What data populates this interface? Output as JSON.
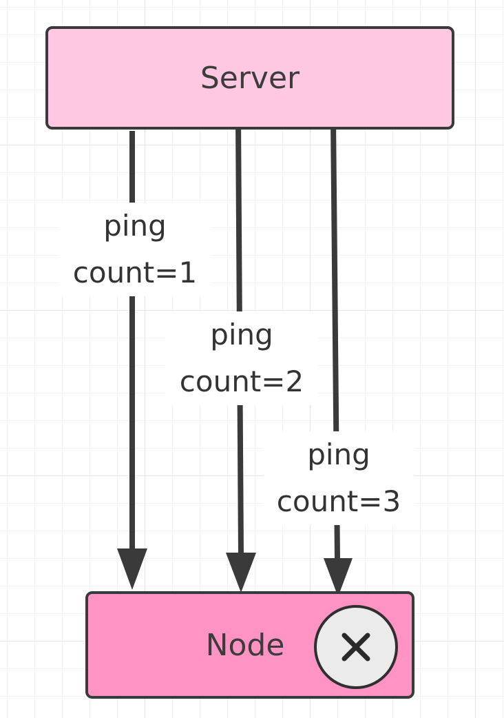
{
  "nodes": {
    "server": {
      "label": "Server",
      "fill": "#ffc8e2"
    },
    "client": {
      "label": "Node",
      "fill": "#ff94c4"
    }
  },
  "edges": [
    {
      "label_line1": "ping",
      "label_line2": "count=1"
    },
    {
      "label_line1": "ping",
      "label_line2": "count=2"
    },
    {
      "label_line1": "ping",
      "label_line2": "count=3"
    }
  ],
  "status": {
    "icon": "close-icon",
    "meaning": "failed"
  },
  "colors": {
    "stroke": "#3a3a3a",
    "background": "#ffffff"
  }
}
